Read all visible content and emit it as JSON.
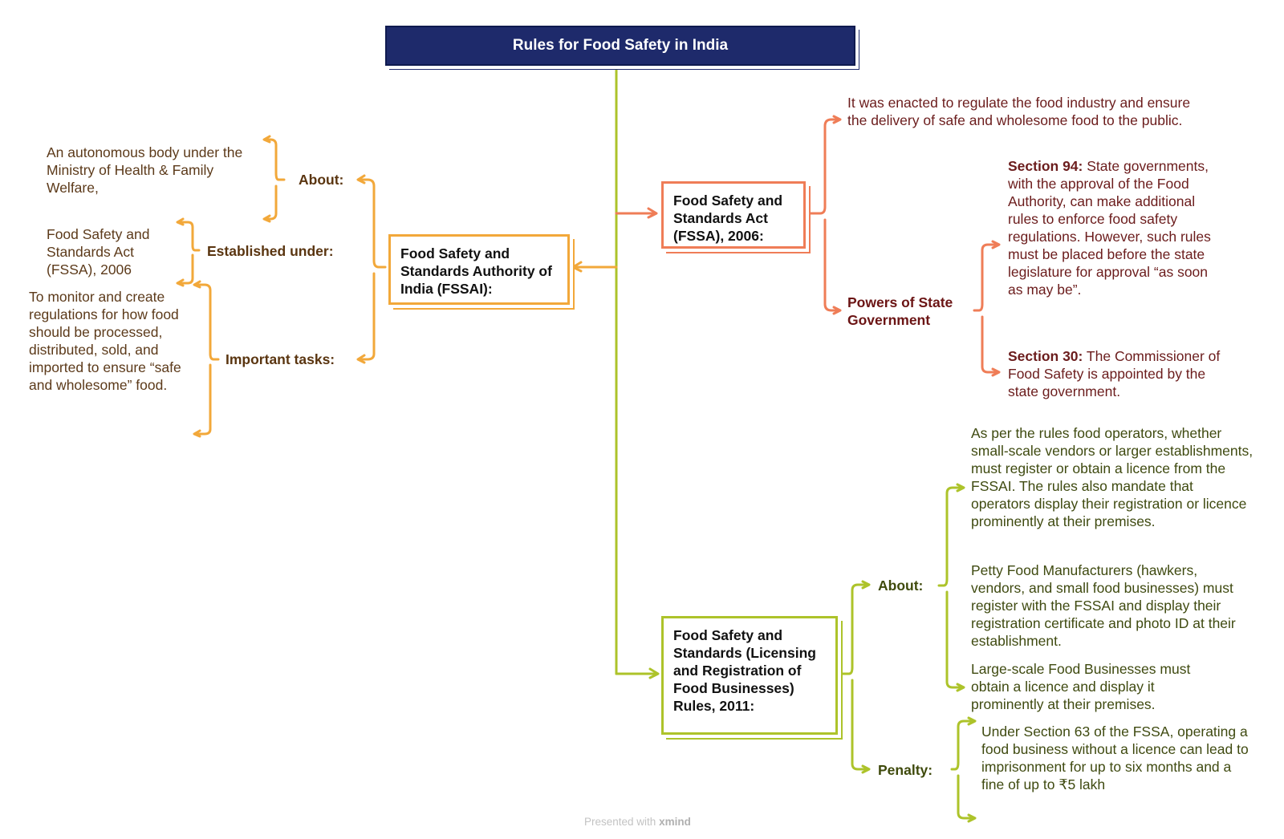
{
  "title": "Rules for Food Safety in India",
  "colors": {
    "root": "#1e2a6b",
    "trunk": "#adc32a",
    "fssai_branch": "#f2a83a",
    "fssa_branch": "#ef7d57",
    "rules_branch": "#adc32a"
  },
  "fssai": {
    "topic": "Food Safety and Standards Authority of India (FSSAI):",
    "about": {
      "label": "About:",
      "text": "An autonomous body under the Ministry of Health & Family Welfare,"
    },
    "established": {
      "label": "Established under:",
      "text": "Food Safety and Standards Act (FSSA), 2006"
    },
    "tasks": {
      "label": "Important tasks:",
      "text": "To monitor and create regulations for how food should be processed, distributed, sold, and imported to ensure “safe and wholesome” food."
    }
  },
  "fssa": {
    "topic": "Food Safety and Standards Act (FSSA), 2006:",
    "enacted": "It was enacted to regulate the food industry and ensure the delivery of safe and wholesome food to the public.",
    "powers": {
      "label": "Powers of State Government",
      "section94": {
        "heading": "Section 94:",
        "text": "State governments, with the approval of the Food Authority, can make additional rules to enforce food safety regulations. However,  such rules must be placed before the state legislature for approval “as soon as may be”."
      },
      "section30": {
        "heading": "Section 30:",
        "text": "The Commissioner of Food Safety is appointed by the state government."
      }
    }
  },
  "rules2011": {
    "topic": "Food Safety and Standards (Licensing and Registration of Food Businesses) Rules, 2011:",
    "about": {
      "label": "About:",
      "items": [
        "As per the rules food operators, whether small-scale vendors or larger establishments, must register or obtain a licence from the FSSAI. The rules also mandate that operators display their registration or licence prominently at their premises.",
        "Petty Food Manufacturers (hawkers, vendors, and small food businesses) must register with the FSSAI and display their registration certificate and photo ID at their establishment.",
        "Large-scale Food Businesses must obtain a licence and display it prominently at their premises."
      ]
    },
    "penalty": {
      "label": "Penalty:",
      "text": "Under Section 63 of the FSSA, operating a food business without a licence can lead to imprisonment for up to six months and a fine of up to ₹5 lakh"
    }
  },
  "footer": {
    "prefix": "Presented with",
    "brand": "xmind"
  }
}
